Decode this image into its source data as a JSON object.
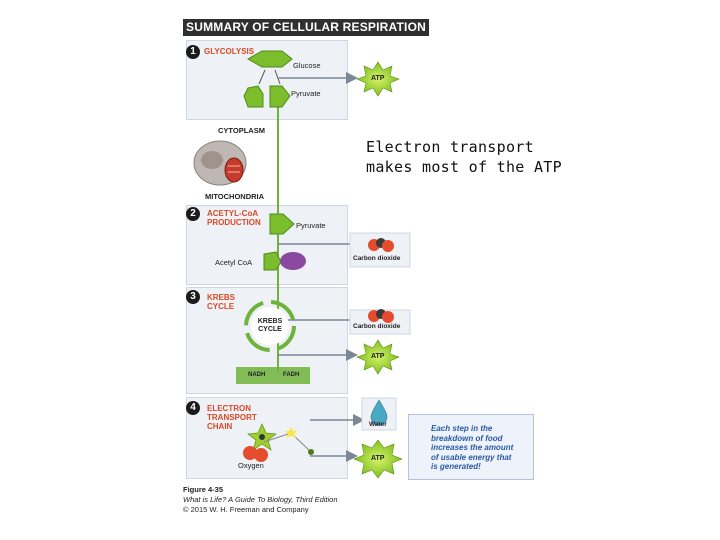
{
  "title": "SUMMARY OF CELLULAR RESPIRATION",
  "steps": [
    {
      "number": "1",
      "label": "GLYCOLYSIS"
    },
    {
      "number": "2",
      "label_lines": [
        "ACETYL-CoA",
        "PRODUCTION"
      ]
    },
    {
      "number": "3",
      "label_lines": [
        "KREBS",
        "CYCLE"
      ]
    },
    {
      "number": "4",
      "label_lines": [
        "ELECTRON",
        "TRANSPORT",
        "CHAIN"
      ]
    }
  ],
  "molecules": {
    "glucose": "Glucose",
    "pyruvate_1": "Pyruvate",
    "pyruvate_2": "Pyruvate",
    "acetyl_coa": "Acetyl CoA",
    "oxygen": "Oxygen",
    "nadh": "NADH",
    "fadh": "FADH",
    "krebs_center_lines": [
      "KREBS",
      "CYCLE"
    ]
  },
  "regions": {
    "cytoplasm": "CYTOPLASM",
    "mitochondria": "MITOCHONDRIA"
  },
  "outputs": {
    "atp": "ATP",
    "carbon_dioxide": "Carbon dioxide",
    "water": "Water"
  },
  "overlay_lines": [
    "Electron transport",
    "makes most of the ATP"
  ],
  "callout_lines": [
    "Each step in the",
    "breakdown of food",
    "increases the amount",
    "of usable energy that",
    "is generated!"
  ],
  "caption": {
    "figure": "Figure 4-35",
    "source": "What is Life? A Guide To Biology, Third Edition",
    "copyright": "© 2015 W. H. Freeman and Company"
  },
  "colors": {
    "accent_red": "#d94a26",
    "glucose_green": "#7cbd2e",
    "atp_green": "#8fcf2a",
    "arrow_green": "#6fb33a",
    "callout_blue": "#2a5aa6"
  }
}
